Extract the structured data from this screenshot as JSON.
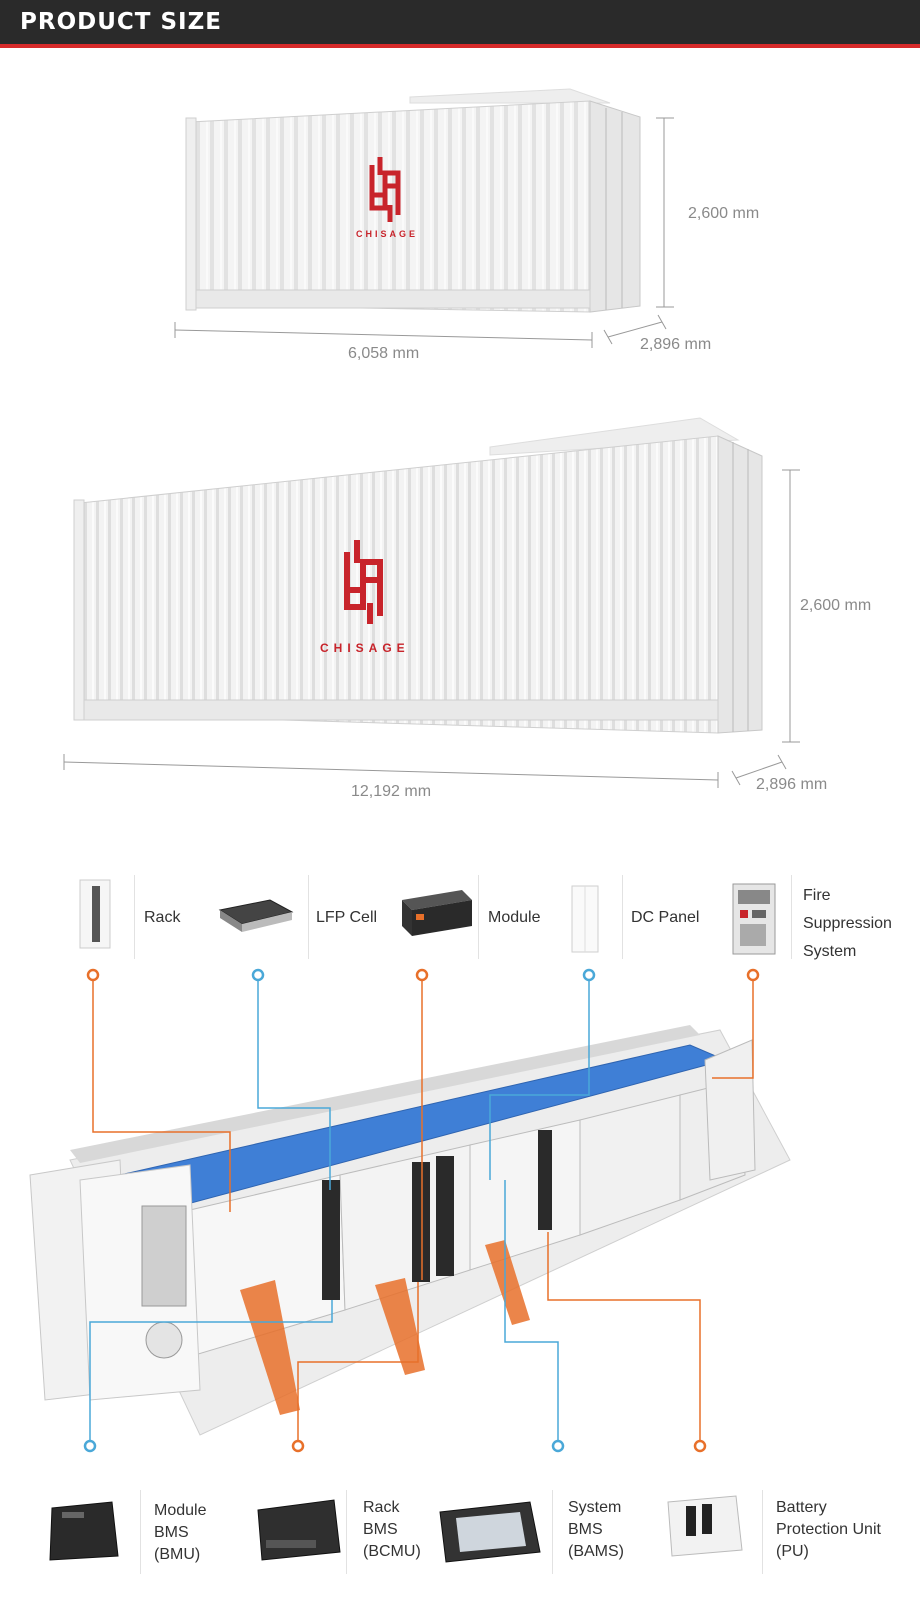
{
  "header": {
    "title": "PRODUCT SIZE"
  },
  "containers": [
    {
      "brand": "CHISAGE",
      "length": "6,058 mm",
      "height": "2,600 mm",
      "width": "2,896 mm"
    },
    {
      "brand": "CHISAGE",
      "length": "12,192 mm",
      "height": "2,600 mm",
      "width": "2,896 mm"
    }
  ],
  "top_components": [
    {
      "lines": [
        "Rack"
      ],
      "icon": "rack-icon"
    },
    {
      "lines": [
        "LFP Cell"
      ],
      "icon": "lfp-cell-icon"
    },
    {
      "lines": [
        "Module"
      ],
      "icon": "module-icon"
    },
    {
      "lines": [
        "DC Panel"
      ],
      "icon": "dc-panel-icon"
    },
    {
      "lines": [
        "Fire",
        "Suppression",
        "System"
      ],
      "icon": "fire-suppression-icon"
    }
  ],
  "bottom_components": [
    {
      "lines": [
        "Module",
        "BMS",
        "(BMU)"
      ],
      "icon": "bmu-icon"
    },
    {
      "lines": [
        "Rack",
        "BMS",
        "(BCMU)"
      ],
      "icon": "bcmu-icon"
    },
    {
      "lines": [
        "System",
        "BMS",
        "(BAMS)"
      ],
      "icon": "bams-icon"
    },
    {
      "lines": [
        "Battery",
        "Protection Unit",
        "(PU)"
      ],
      "icon": "pu-icon"
    }
  ],
  "colors": {
    "header_bg": "#2a2a2a",
    "accent_red": "#d62a2a",
    "orange": "#e8702a",
    "blue": "#4aa8d8",
    "roof_blue": "#3f7fd6"
  }
}
